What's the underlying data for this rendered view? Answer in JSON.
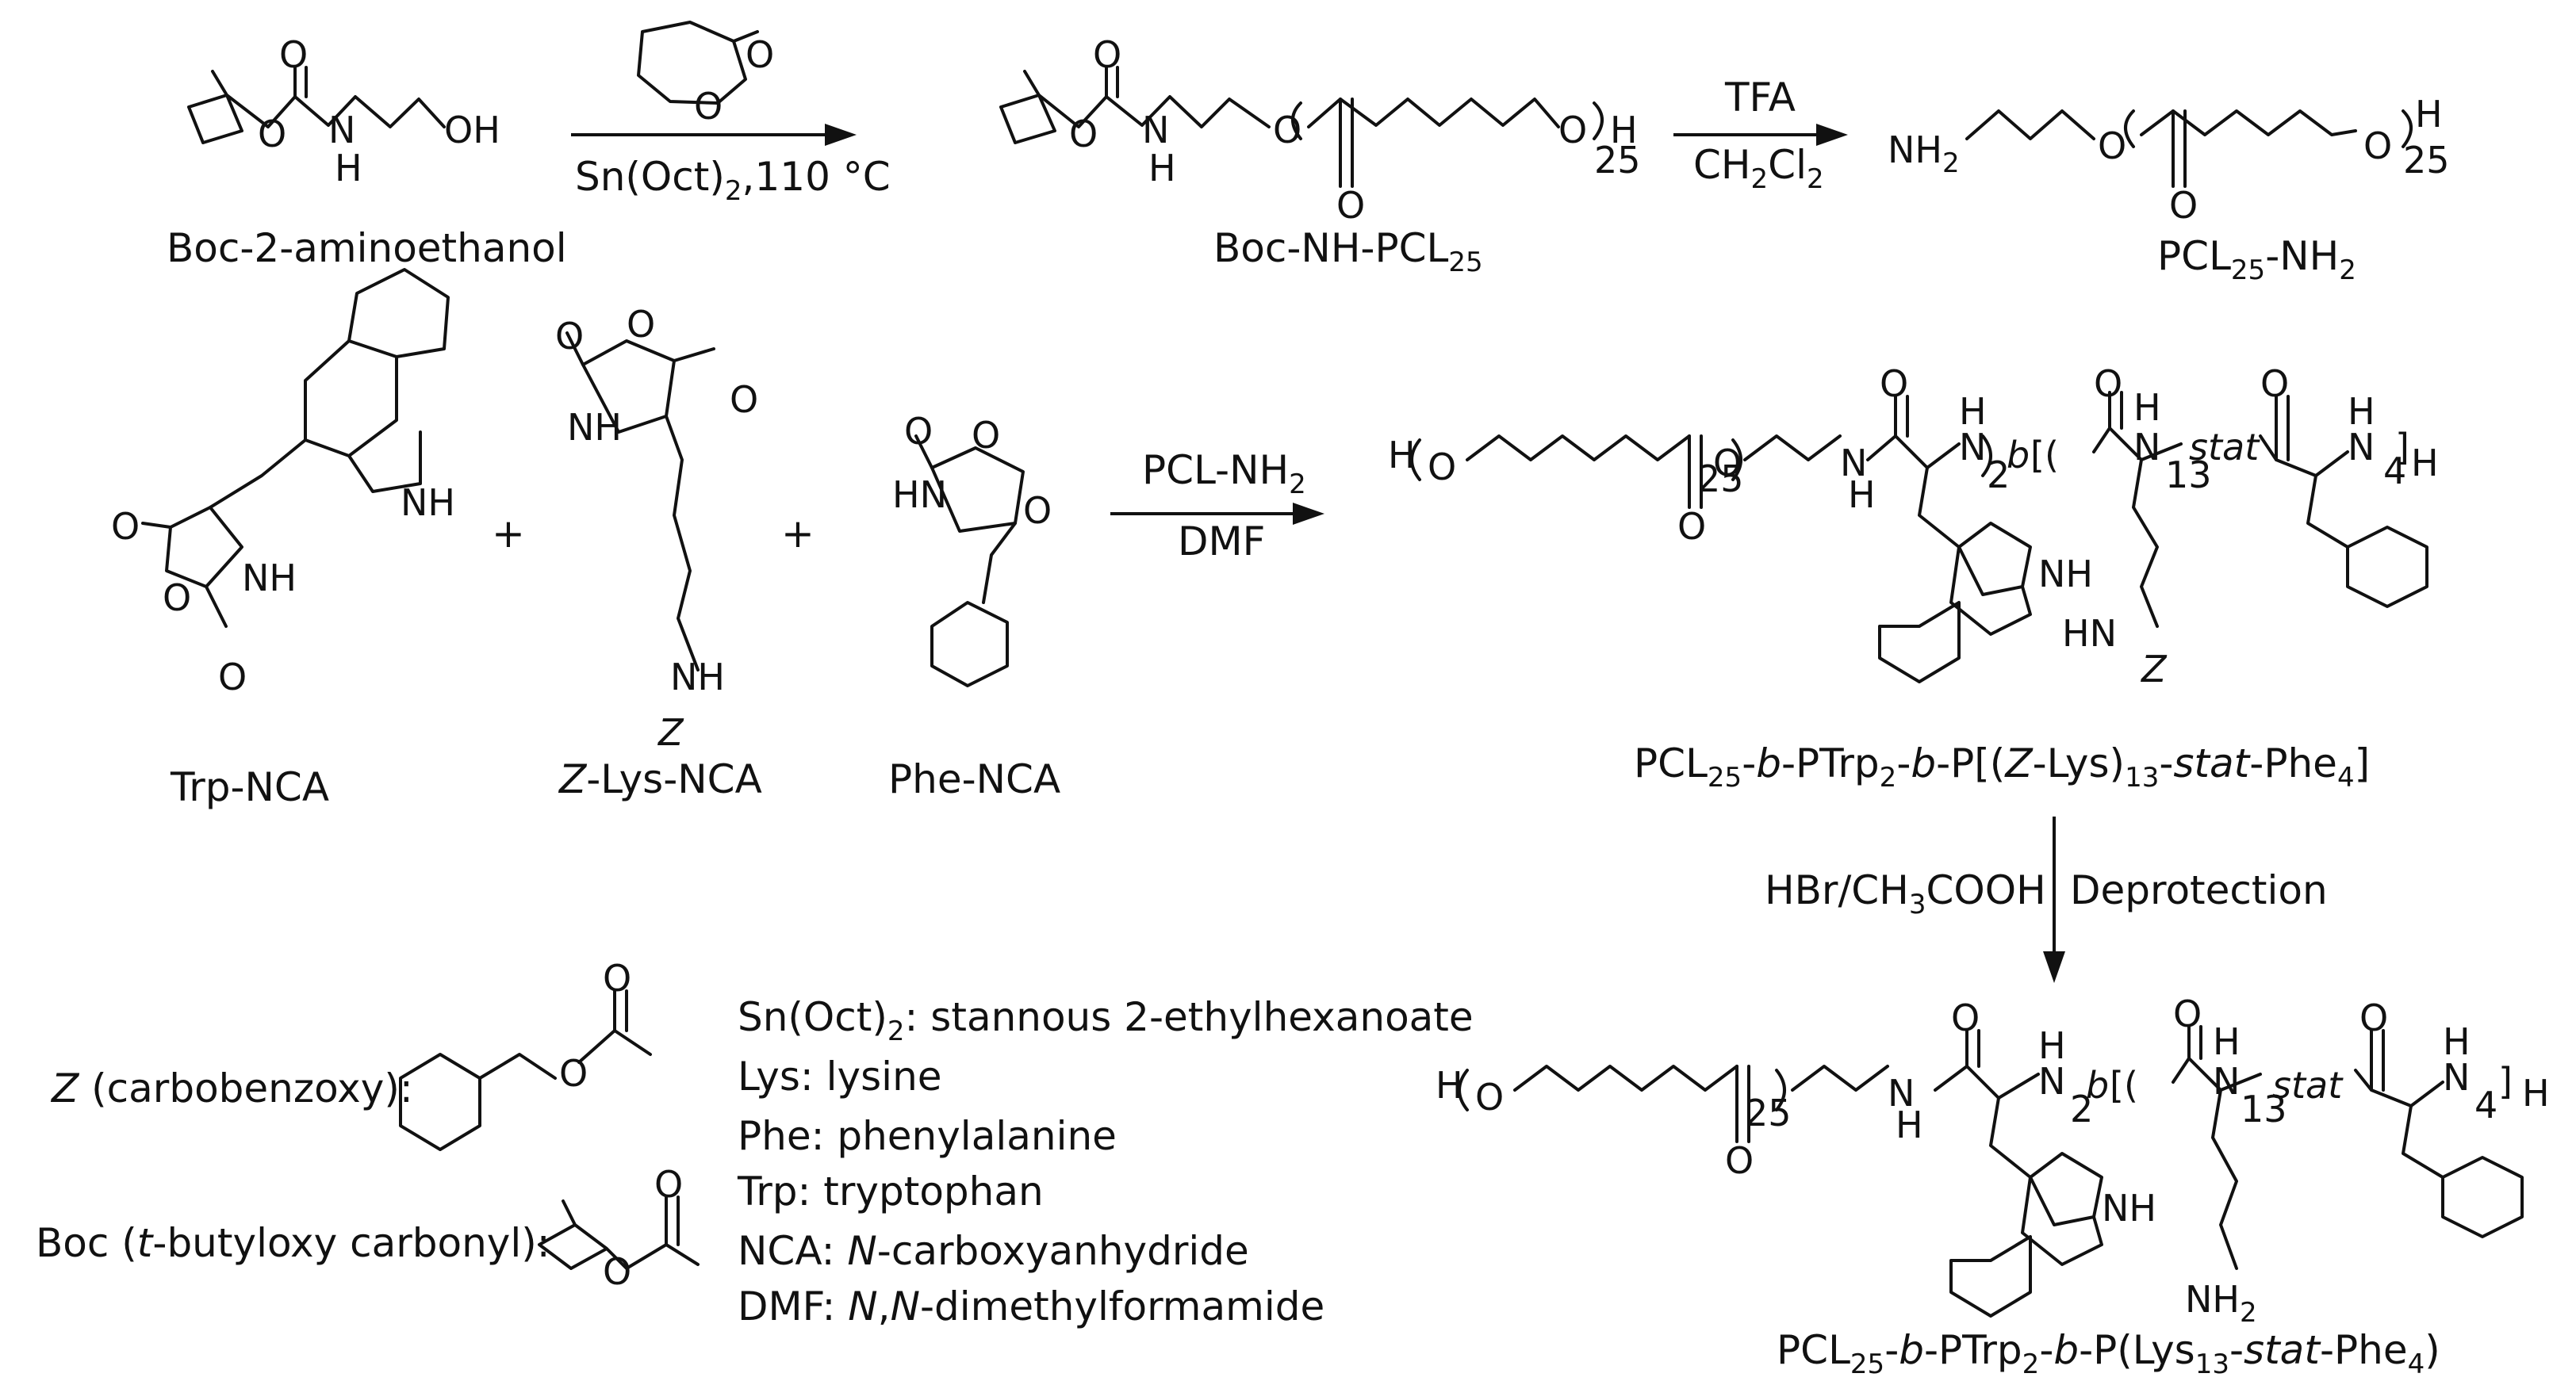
{
  "compounds": {
    "boc_aminoethanol": "Boc-2-aminoethanol",
    "boc_nh_pcl": {
      "base": "Boc-NH-PCL",
      "sub": "25"
    },
    "pcl_nh2": {
      "a": "PCL",
      "s1": "25",
      "b": "-NH",
      "s2": "2"
    },
    "trp_nca": "Trp-NCA",
    "zlys_nca": {
      "italic": "Z",
      "rest": "-Lys-NCA"
    },
    "phe_nca": "Phe-NCA",
    "protected_copolymer": {
      "p1": "PCL",
      "s1": "25",
      "p2": "-",
      "i1": "b",
      "p3": "-PTrp",
      "s2": "2",
      "p4": "-",
      "i2": "b",
      "p5": "-P[(",
      "i3": "Z",
      "p6": "-Lys)",
      "s3": "13",
      "p7": "-",
      "i4": "stat",
      "p8": "-Phe",
      "s4": "4",
      "p9": "]"
    },
    "deprotected_copolymer": {
      "p1": "PCL",
      "s1": "25",
      "p2": "-",
      "i1": "b",
      "p3": "-PTrp",
      "s2": "2",
      "p4": "-",
      "i2": "b",
      "p5": "-P(Lys",
      "s3": "13",
      "p6": "-",
      "i3": "stat",
      "p7": "-Phe",
      "s4": "4",
      "p8": ")"
    }
  },
  "reactions": {
    "step1_condition": {
      "a": "Sn(Oct)",
      "sub": "2",
      "b": ",110 °C"
    },
    "step2_reagent": "TFA",
    "step2_solvent": {
      "a": "CH",
      "s1": "2",
      "b": "Cl",
      "s2": "2"
    },
    "step3_reagent": {
      "a": "PCL-NH",
      "sub": "2"
    },
    "step3_solvent": "DMF",
    "step4_reagent": {
      "a": "HBr/CH",
      "sub": "3",
      "b": "COOH"
    },
    "step4_label": "Deprotection",
    "plus_1": "+",
    "plus_2": "+"
  },
  "atoms": {
    "OH": "OH",
    "O": "O",
    "H": "H",
    "NH": "NH",
    "N": "N",
    "HN": "HN",
    "NH2_main": "NH",
    "NH2_sub": "2",
    "Z": "Z",
    "rep25": "25",
    "rep2": "2",
    "rep13": "13",
    "rep4": "4",
    "b": "b",
    "stat": "stat"
  },
  "legend": {
    "z_group": {
      "italic": "Z",
      "rest": " (carbobenzoxy):"
    },
    "boc_group": {
      "a": "Boc (",
      "italic": "t",
      "b": "-butyloxy carbonyl):"
    },
    "abbrev": [
      {
        "a": "Sn(Oct)",
        "sub": "2",
        "b": ": stannous 2-ethylhexanoate"
      },
      {
        "a": "Lys: lysine"
      },
      {
        "a": "Phe: phenylalanine"
      },
      {
        "a": "Trp: tryptophan"
      },
      {
        "a": "NCA: ",
        "italic": "N",
        "b": "-carboxyanhydride"
      },
      {
        "a": "DMF: ",
        "italic": "N",
        "b": ",",
        "italic2": "N",
        "c": "-dimethylformamide"
      }
    ]
  }
}
